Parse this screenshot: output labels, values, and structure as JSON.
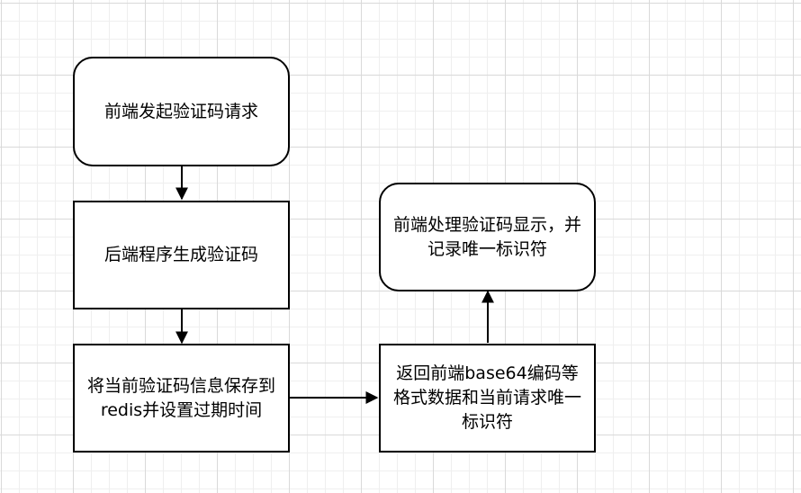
{
  "diagram": {
    "type": "flowchart",
    "nodes": [
      {
        "id": "n1",
        "shape": "rounded-rectangle",
        "label": "前端发起验证码请求"
      },
      {
        "id": "n2",
        "shape": "rectangle",
        "label": "后端程序生成验证码"
      },
      {
        "id": "n3",
        "shape": "rectangle",
        "label": "将当前验证码信息保存到redis并设置过期时间"
      },
      {
        "id": "n4",
        "shape": "rectangle",
        "label": "返回前端base64编码等格式数据和当前请求唯一标识符"
      },
      {
        "id": "n5",
        "shape": "rounded-rectangle",
        "label": "前端处理验证码显示，并记录唯一标识符"
      }
    ],
    "edges": [
      {
        "from": "n1",
        "to": "n2"
      },
      {
        "from": "n2",
        "to": "n3"
      },
      {
        "from": "n3",
        "to": "n4"
      },
      {
        "from": "n4",
        "to": "n5"
      }
    ],
    "colors": {
      "stroke": "#000000",
      "node_fill": "#ffffff",
      "grid_major": "#d9d9d9",
      "grid_minor": "#efefef"
    }
  }
}
